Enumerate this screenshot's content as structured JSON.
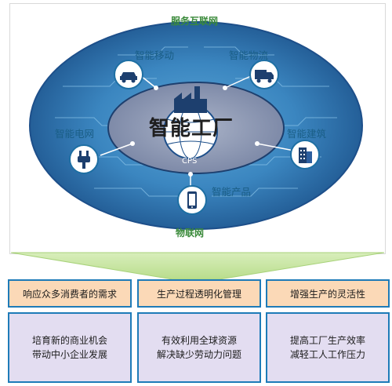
{
  "diagram": {
    "outer_top_label": "服务互联网",
    "outer_bottom_label": "物联网",
    "center_title": "智能工厂",
    "center_sub": "CPS",
    "nodes": {
      "mobility": "智能移动",
      "logistics": "智能物流",
      "grid": "智能电网",
      "building": "智能建筑",
      "product": "智能产品"
    }
  },
  "columns": [
    {
      "head": "响应众多消费者的需求",
      "line1": "培育新的商业机会",
      "line2": "带动中小企业发展"
    },
    {
      "head": "生产过程透明化管理",
      "line1": "有效利用全球资源",
      "line2": "解决缺少劳动力问题"
    },
    {
      "head": "增强生产的灵活性",
      "line1": "提高工厂生产效率",
      "line2": "减轻工人工作压力"
    }
  ],
  "colors": {
    "outer_ellipse": "#1d4f8a",
    "inner_ellipse": "#8c97b3",
    "box_border": "#1e7bb8",
    "head_fill": "#fbd9b7",
    "body_fill": "#e3ddf1"
  }
}
